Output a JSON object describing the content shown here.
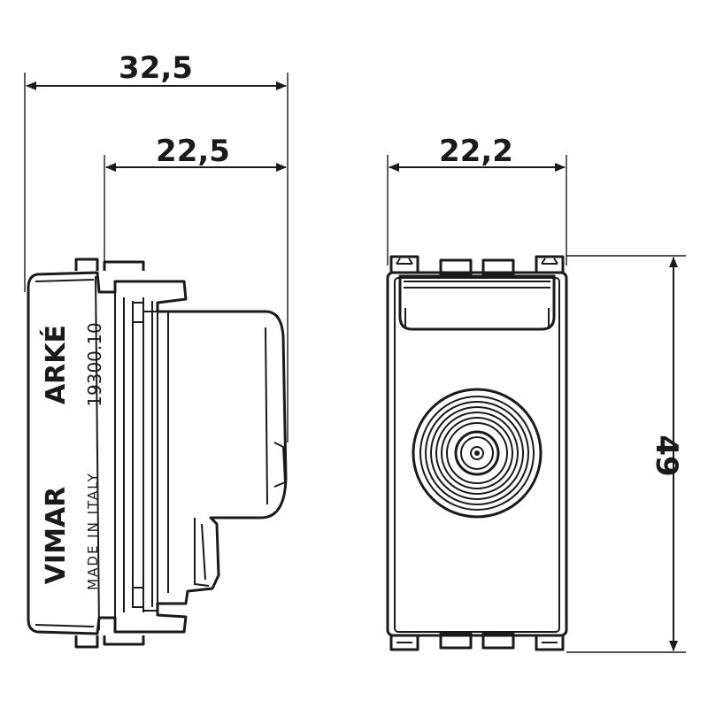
{
  "dimensions": {
    "overall_depth": "32,5",
    "body_depth": "22,5",
    "front_width": "22,2",
    "height": "49"
  },
  "side_view": {
    "series_logo": "ARKÉ",
    "part_number": "19300.10",
    "brand_logo": "VIMAR",
    "origin_text": "MADE IN ITALY"
  },
  "front_view": {
    "connector": "coaxial-tv-socket"
  }
}
